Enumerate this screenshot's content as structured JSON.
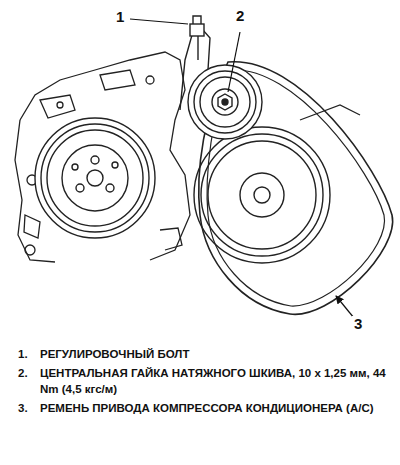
{
  "diagram": {
    "labels": [
      "1",
      "2",
      "3",
      "1.",
      "РЕГУЛИРОВОЧНЫЙ БОЛТ",
      "2.",
      "ЦЕНТРАЛЬНАЯ ГАЙКА НАТЯЖНОГО ШКИВА, 10 x 1,25 мм, 44 Nm (4,5 кгс/м)",
      "3.",
      "РЕМЕНЬ ПРИВОДА КОМПРЕССОРА КОНДИЦИОНЕРА (A/C)"
    ]
  }
}
